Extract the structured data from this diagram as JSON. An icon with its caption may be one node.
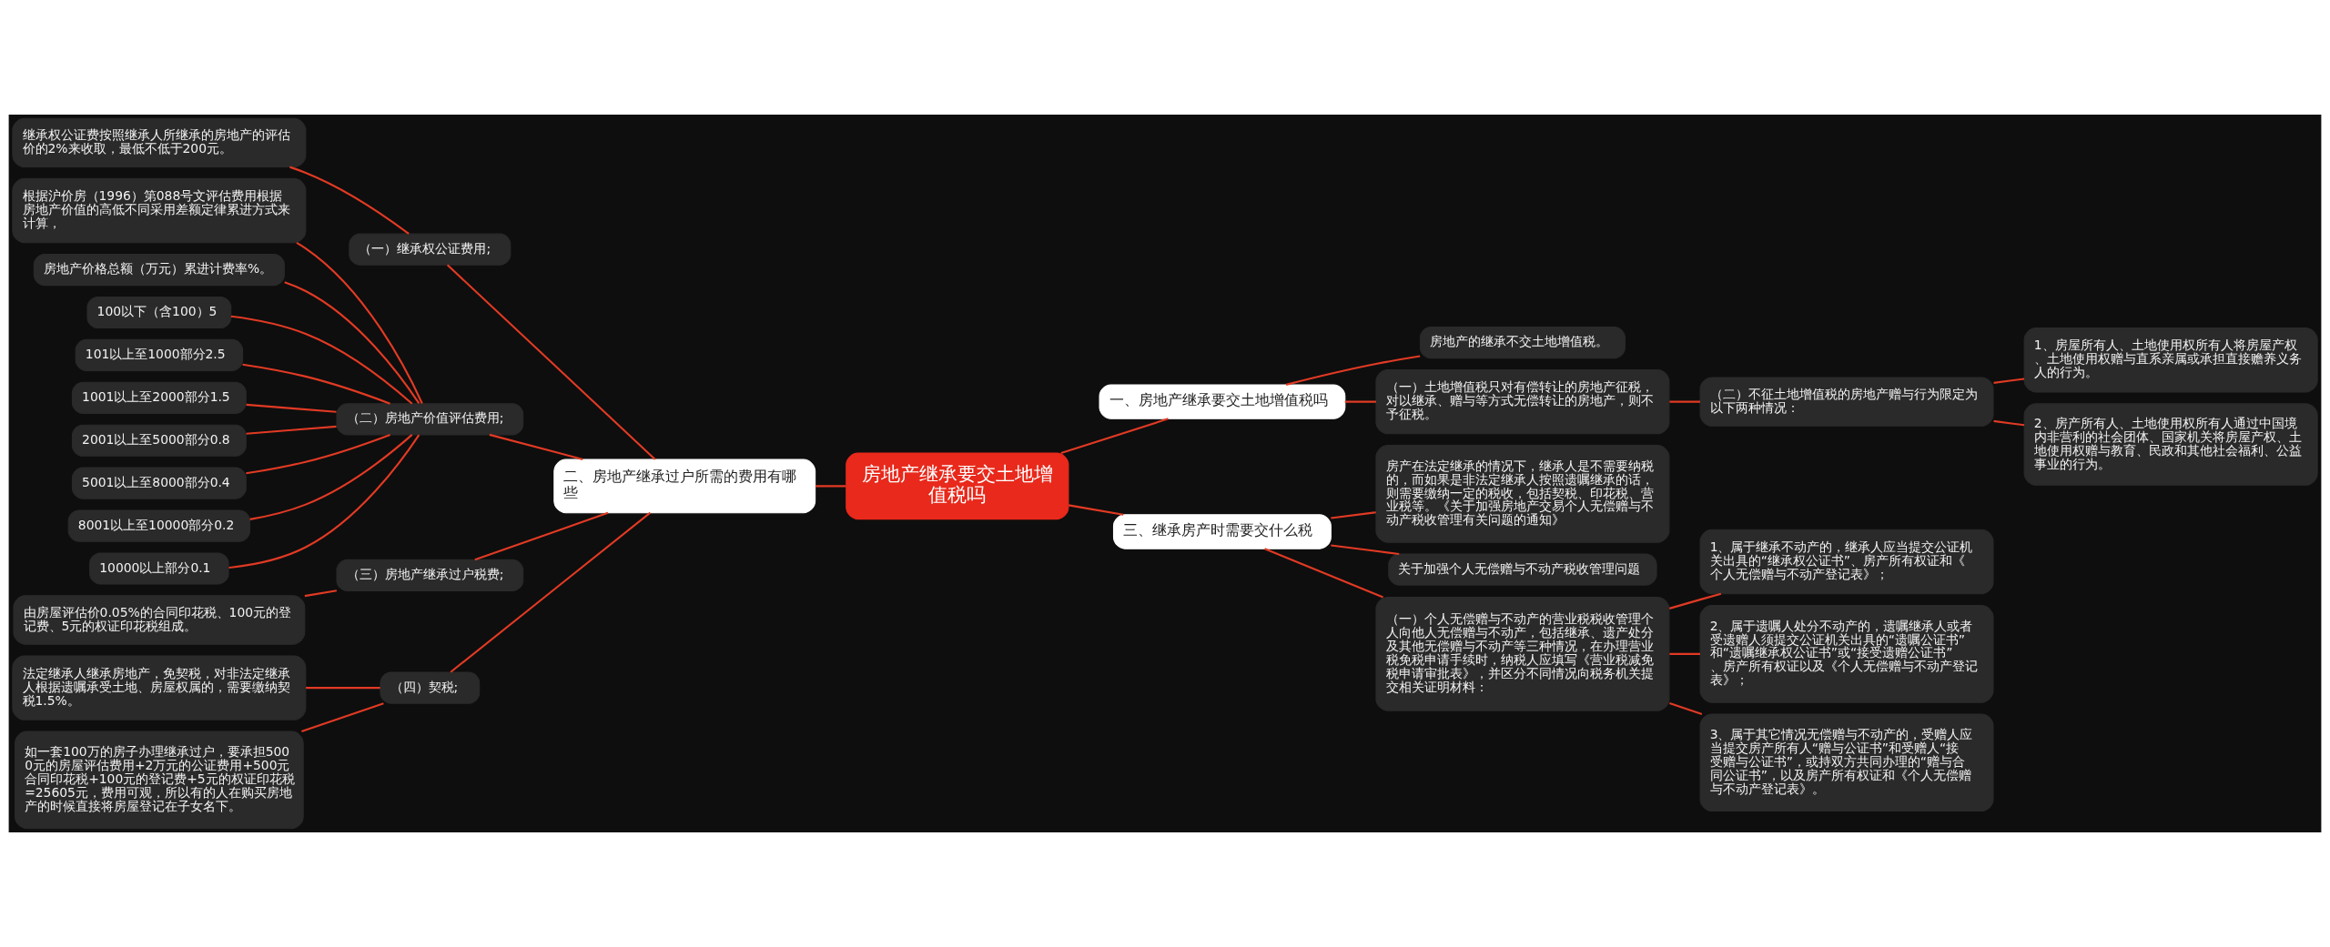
{
  "diagram": {
    "nodes": [
      {
        "text": [
          "房地产继承要交土地增值税吗"
        ]
      },
      {
        "text": [
          "一、房地产继承要交土地增值税吗"
        ]
      },
      {
        "text": [
          "房地产的继承不交土地增值税。"
        ]
      },
      {
        "text": [
          "（一）土地增值税只对有偿转让的房地产征税，对以继承、赠与等方式无偿转让的房地产，则不予征税。"
        ]
      },
      {
        "text": [
          "（二）不征土地增值税的房地产赠与行为限定为以下两种情况："
        ]
      },
      {
        "text": [
          "1、房屋所有人、土地使用权所有人将房屋产权、土地使用权赠与直系亲属或承担直接赡养义务人的行为。"
        ]
      },
      {
        "text": [
          "2、房产所有人、土地使用权所有人通过中国境内非营利的社会团体、国家机关将房屋产权、土地使用权赠与教育、民政和其他社会福利、公益事业的行为。"
        ]
      },
      {
        "text": [
          "二、房地产继承过户所需的费用有哪些"
        ]
      },
      {
        "text": [
          "（一）继承权公证费用;"
        ]
      },
      {
        "text": [
          "继承权公证费按照继承人所继承的房地产的评估价的2%来收取，最低不低于200元。"
        ]
      },
      {
        "text": [
          "（二）房地产价值评估费用;"
        ]
      },
      {
        "text": [
          "根据沪价房（1996）第088号文评估费用根据房地产价值的高低不同采用差额定律累进方式来计算，"
        ]
      },
      {
        "text": [
          "房地产价格总额（万元）累进计费率%。"
        ]
      },
      {
        "text": [
          "100以下（含100）5"
        ]
      },
      {
        "text": [
          "101以上至1000部分2.5"
        ]
      },
      {
        "text": [
          "1001以上至2000部分1.5"
        ]
      },
      {
        "text": [
          "2001以上至5000部分0.8"
        ]
      },
      {
        "text": [
          "5001以上至8000部分0.4"
        ]
      },
      {
        "text": [
          "8001以上至10000部分0.2"
        ]
      },
      {
        "text": [
          "10000以上部分0.1"
        ]
      },
      {
        "text": [
          "（三）房地产继承过户税费;"
        ]
      },
      {
        "text": [
          "由房屋评估价0.05%的合同印花税、100元的登记费、5元的权证印花税组成。"
        ]
      },
      {
        "text": [
          "（四）契税;"
        ]
      },
      {
        "text": [
          "法定继承人继承房地产，免契税，对非法定继承人根据遗嘱承受土地、房屋权属的，需要缴纳契税1.5%。"
        ]
      },
      {
        "text": [
          "如一套100万的房子办理继承过户，要承担5000元的房屋评估费用+2万元的公证费用+500元合同印花税+100元的登记费+5元的权证印花税=25605元，费用可观，所以有的人在购买房地产的时候直接将房屋登记在子女名下。"
        ]
      },
      {
        "text": [
          "三、继承房产时需要交什么税"
        ]
      },
      {
        "text": [
          "房产在法定继承的情况下，继承人是不需要纳税的，而如果是非法定继承人按照遗嘱继承的话，则需要缴纳一定的税收，包括契税、印花税、营业税等。《关于加强房地产交易个人无偿赠与不动产税收管理有关问题的通知》"
        ]
      },
      {
        "text": [
          "关于加强个人无偿赠与不动产税收管理问题"
        ]
      },
      {
        "text": [
          "（一）个人无偿赠与不动产的营业税税收管理个人向他人无偿赠与不动产，包括继承、遗产处分及其他无偿赠与不动产等三种情况，在办理营业税免税申请手续时，纳税人应填写《营业税减免税申请审批表》，并区分不同情况向税务机关提交相关证明材料："
        ]
      },
      {
        "text": [
          "1、属于继承不动产的，继承人应当提交公证机关出具的“继承权公证书”、房产所有权证和《个人无偿赠与不动产登记表》；"
        ]
      },
      {
        "text": [
          "2、属于遗嘱人处分不动产的，遗嘱继承人或者受遗赠人须提交公证机关出具的“遗嘱公证书”和“遗嘱继承权公证书”或“接受遗赠公证书”、房产所有权证以及《个人无偿赠与不动产登记表》；"
        ]
      },
      {
        "text": [
          "3、属于其它情况无偿赠与不动产的，受赠人应当提交房产所有人“赠与公证书”和受赠人“接受赠与公证书”，或持双方共同办理的“赠与合同公证书”，以及房产所有权证和《个人无偿赠与不动产登记表》。"
        ]
      }
    ],
    "edges": [
      {
        "from": 0,
        "to": 1,
        "arrow": "none"
      },
      {
        "from": 1,
        "to": 2,
        "arrow": "none"
      },
      {
        "from": 1,
        "to": 3,
        "arrow": "none"
      },
      {
        "from": 3,
        "to": 4,
        "arrow": "none"
      },
      {
        "from": 4,
        "to": 5,
        "arrow": "none"
      },
      {
        "from": 4,
        "to": 6,
        "arrow": "none"
      },
      {
        "from": 0,
        "to": 7,
        "arrow": "none"
      },
      {
        "from": 7,
        "to": 8,
        "arrow": "none"
      },
      {
        "from": 8,
        "to": 9,
        "arrow": "none"
      },
      {
        "from": 7,
        "to": 10,
        "arrow": "none"
      },
      {
        "from": 10,
        "to": 11,
        "arrow": "none"
      },
      {
        "from": 10,
        "to": 12,
        "arrow": "none"
      },
      {
        "from": 10,
        "to": 13,
        "arrow": "none"
      },
      {
        "from": 10,
        "to": 14,
        "arrow": "none"
      },
      {
        "from": 10,
        "to": 15,
        "arrow": "none"
      },
      {
        "from": 10,
        "to": 16,
        "arrow": "none"
      },
      {
        "from": 10,
        "to": 17,
        "arrow": "none"
      },
      {
        "from": 10,
        "to": 18,
        "arrow": "none"
      },
      {
        "from": 10,
        "to": 19,
        "arrow": "none"
      },
      {
        "from": 7,
        "to": 20,
        "arrow": "none"
      },
      {
        "from": 20,
        "to": 21,
        "arrow": "none"
      },
      {
        "from": 7,
        "to": 22,
        "arrow": "none"
      },
      {
        "from": 22,
        "to": 23,
        "arrow": "none"
      },
      {
        "from": 22,
        "to": 24,
        "arrow": "none"
      },
      {
        "from": 0,
        "to": 25,
        "arrow": "none"
      },
      {
        "from": 25,
        "to": 26,
        "arrow": "none"
      },
      {
        "from": 25,
        "to": 27,
        "arrow": "none"
      },
      {
        "from": 25,
        "to": 28,
        "arrow": "none"
      },
      {
        "from": 28,
        "to": 29,
        "arrow": "none"
      },
      {
        "from": 28,
        "to": 30,
        "arrow": "none"
      },
      {
        "from": 28,
        "to": 31,
        "arrow": "none"
      }
    ]
  }
}
